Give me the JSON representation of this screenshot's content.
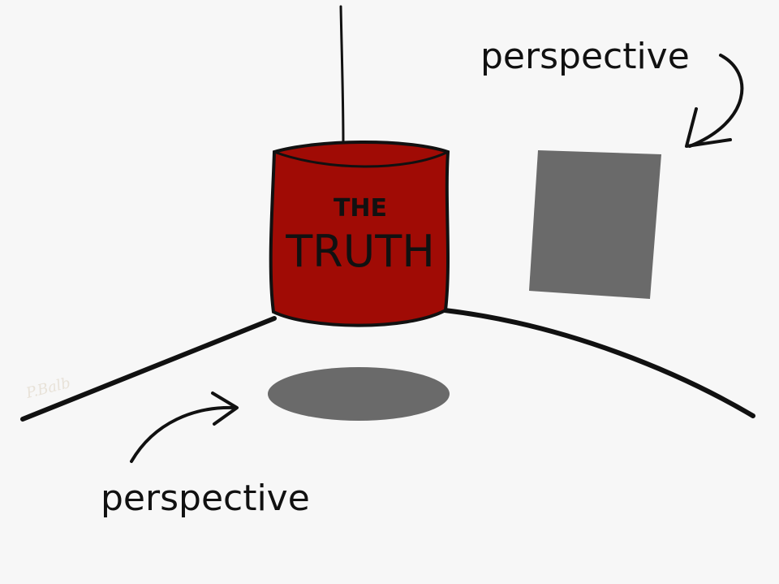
{
  "illustration": {
    "cylinder": {
      "line1": "THE",
      "line2": "TRUTH",
      "fill_color": "#a00b05"
    },
    "label_top_right": "perspective",
    "label_bottom_left": "perspective",
    "shadow_color": "#6a6a6a",
    "signature": "P.Balb"
  }
}
